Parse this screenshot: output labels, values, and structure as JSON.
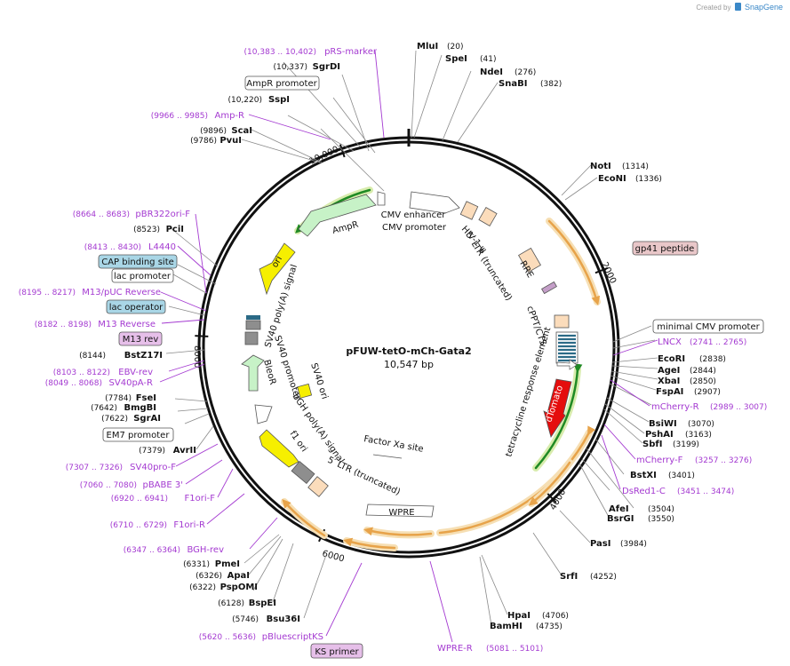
{
  "credit": {
    "prefix": "Created by",
    "brand": "SnapGene"
  },
  "plasmid": {
    "name": "pFUW-tetO-mCh-Gata2",
    "size": "10,547 bp"
  },
  "ticks": [
    "2000",
    "4000",
    "6000",
    "8000",
    "10,000"
  ],
  "sites": [
    {
      "name": "MluI",
      "pos": "(20)"
    },
    {
      "name": "SpeI",
      "pos": "(41)"
    },
    {
      "name": "NdeI",
      "pos": "(276)"
    },
    {
      "name": "SnaBI",
      "pos": "(382)"
    },
    {
      "name": "NotI",
      "pos": "(1314)"
    },
    {
      "name": "EcoNI",
      "pos": "(1336)"
    },
    {
      "name": "EcoRI",
      "pos": "(2838)"
    },
    {
      "name": "AgeI",
      "pos": "(2844)"
    },
    {
      "name": "XbaI",
      "pos": "(2850)"
    },
    {
      "name": "FspAI",
      "pos": "(2907)"
    },
    {
      "name": "BsiWI",
      "pos": "(3070)"
    },
    {
      "name": "PshAI",
      "pos": "(3163)"
    },
    {
      "name": "SbfI",
      "pos": "(3199)"
    },
    {
      "name": "BstXI",
      "pos": "(3401)"
    },
    {
      "name": "AfeI",
      "pos": "(3504)"
    },
    {
      "name": "BsrGI",
      "pos": "(3550)"
    },
    {
      "name": "PasI",
      "pos": "(3984)"
    },
    {
      "name": "SrfI",
      "pos": "(4252)"
    },
    {
      "name": "HpaI",
      "pos": "(4706)"
    },
    {
      "name": "BamHI",
      "pos": "(4735)"
    },
    {
      "name": "Bsu36I",
      "pos": "(5746)"
    },
    {
      "name": "BspEI",
      "pos": "(6128)"
    },
    {
      "name": "PspOMI",
      "pos": "(6322)"
    },
    {
      "name": "ApaI",
      "pos": "(6326)"
    },
    {
      "name": "PmeI",
      "pos": "(6331)"
    },
    {
      "name": "AvrII",
      "pos": "(7379)"
    },
    {
      "name": "SgrAI",
      "pos": "(7622)"
    },
    {
      "name": "BmgBI",
      "pos": "(7642)"
    },
    {
      "name": "FseI",
      "pos": "(7784)"
    },
    {
      "name": "BstZ17I",
      "pos": "(8144)"
    },
    {
      "name": "PciI",
      "pos": "(8523)"
    },
    {
      "name": "PvuI",
      "pos": "(9786)"
    },
    {
      "name": "ScaI",
      "pos": "(9896)"
    },
    {
      "name": "SspI",
      "pos": "(10,220)"
    },
    {
      "name": "SgrDI",
      "pos": "(10,337)"
    }
  ],
  "primers": [
    {
      "name": "pRS-marker",
      "pos": "(10,383 .. 10,402)"
    },
    {
      "name": "Amp-R",
      "pos": "(9966 .. 9985)"
    },
    {
      "name": "pBR322ori-F",
      "pos": "(8664 .. 8683)"
    },
    {
      "name": "L4440",
      "pos": "(8413 .. 8430)"
    },
    {
      "name": "M13/pUC Reverse",
      "pos": "(8195 .. 8217)"
    },
    {
      "name": "M13 Reverse",
      "pos": "(8182 .. 8198)"
    },
    {
      "name": "EBV-rev",
      "pos": "(8103 .. 8122)"
    },
    {
      "name": "SV40pA-R",
      "pos": "(8049 .. 8068)"
    },
    {
      "name": "SV40pro-F",
      "pos": "(7307 .. 7326)"
    },
    {
      "name": "pBABE 3'",
      "pos": "(7060 .. 7080)"
    },
    {
      "name": "F1ori-F",
      "pos": "(6920 .. 6941)"
    },
    {
      "name": "F1ori-R",
      "pos": "(6710 .. 6729)"
    },
    {
      "name": "BGH-rev",
      "pos": "(6347 .. 6364)"
    },
    {
      "name": "pBluescriptKS",
      "pos": "(5620 .. 5636)"
    },
    {
      "name": "WPRE-R",
      "pos": "(5081 .. 5101)"
    },
    {
      "name": "LNCX",
      "pos": "(2741 .. 2765)"
    },
    {
      "name": "mCherry-R",
      "pos": "(2989 .. 3007)"
    },
    {
      "name": "mCherry-F",
      "pos": "(3257 .. 3276)"
    },
    {
      "name": "DsRed1-C",
      "pos": "(3451 .. 3474)"
    }
  ],
  "boxed": {
    "ampr_promoter": "AmpR promoter",
    "cap_site": "CAP binding site",
    "lac_promoter": "lac promoter",
    "lac_operator": "lac operator",
    "m13_rev": "M13 rev",
    "em7_promoter": "EM7 promoter",
    "ks_primer": "KS primer",
    "gp41": "gp41 peptide",
    "min_cmv": "minimal CMV promoter"
  },
  "features": {
    "cmv_enhancer": "CMV enhancer",
    "cmv_promoter": "CMV promoter",
    "hiv_psi": "HIV-1 ψ",
    "ltr5_top": "5′ LTR (truncated)",
    "rre": "RRE",
    "cppt": "cPPT/CTS",
    "tre": "tetracycline response element",
    "dtomato": "dTomato",
    "ampr": "AmpR",
    "ori": "ori",
    "sv40_polya": "SV40 poly(A) signal",
    "sv40_promoter": "SV40 promoter",
    "bleor": "BleoR",
    "sv40_ori": "SV40 ori",
    "bgh_polya": "bGH poly(A) signal",
    "f1_ori": "f1 ori",
    "ltr5_bottom": "5′ LTR (truncated)",
    "factor_xa": "Factor Xa site",
    "wpre": "WPRE"
  },
  "colors": {
    "backbone": "#111111",
    "primer": "#a43ad1",
    "orf_orange": "#e7a34a",
    "orf_orange_glow": "#f6dfb4",
    "orf_green": "#1f8a24",
    "orf_green_glow": "#d8ecad",
    "ampr_fill": "#c7f2c7",
    "ori_fill": "#f6ef00",
    "tomato_fill": "#e50d0d",
    "ltr_fill": "#fbdcbb",
    "boxed_blue": "#a9d6e6",
    "boxed_pink": "#e6bfe9",
    "gp41_fill": "#e9c7c9",
    "gray_box": "#8e8e8e"
  }
}
